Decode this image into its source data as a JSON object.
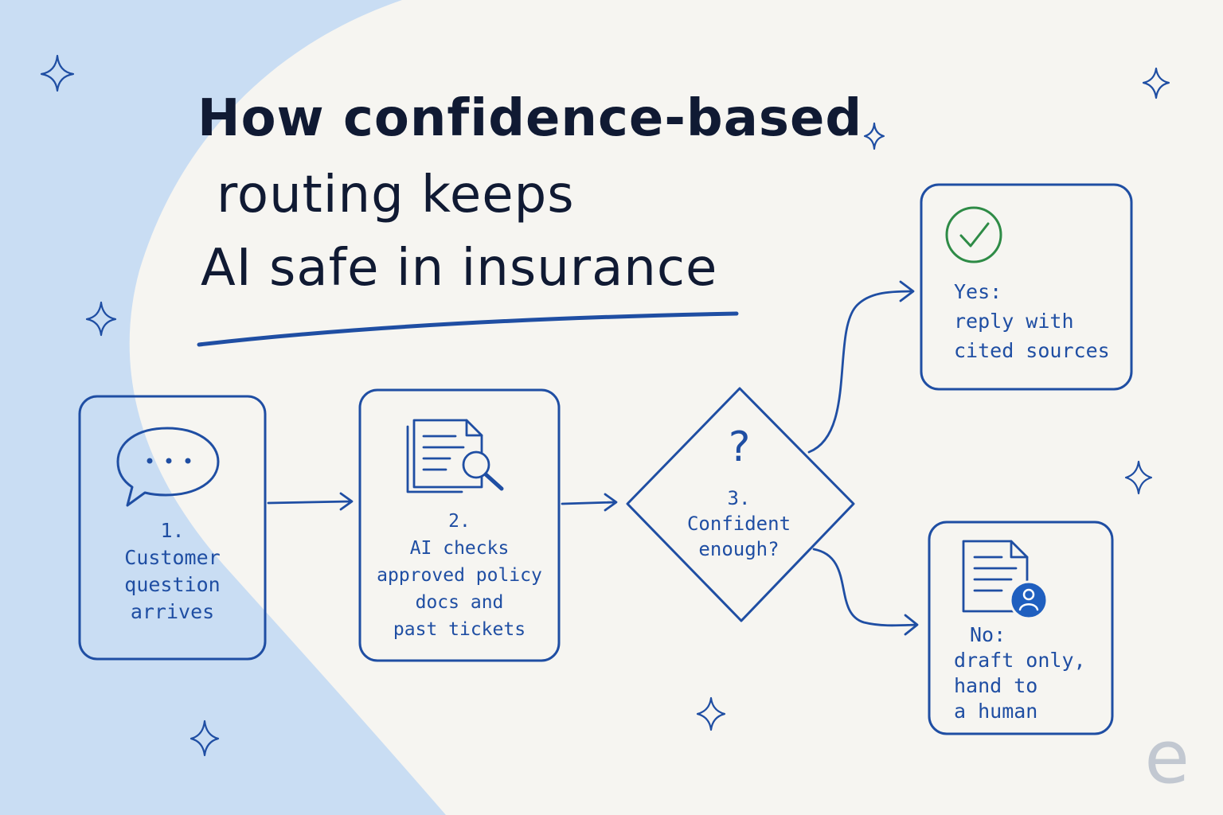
{
  "title": {
    "line1": "How confidence-based",
    "line2": "routing keeps",
    "line3": "AI safe in insurance"
  },
  "steps": {
    "step1": {
      "number": "1.",
      "line1": "Customer",
      "line2": "question",
      "line3": "arrives",
      "icon": "speech-bubble-icon"
    },
    "step2": {
      "number": "2.",
      "line1": "AI checks",
      "line2": "approved policy",
      "line3": "docs and",
      "line4": "past tickets",
      "icon": "document-search-icon"
    },
    "step3": {
      "mark": "?",
      "number": "3.",
      "line1": "Confident",
      "line2": "enough?",
      "icon": "question-mark-icon"
    }
  },
  "outcomes": {
    "yes": {
      "line1": "Yes:",
      "line2": "reply with",
      "line3": "cited sources",
      "icon": "checkmark-circle-icon"
    },
    "no": {
      "line1": "No:",
      "line2": "draft only,",
      "line3": "hand to",
      "line4": "a human",
      "icon": "document-person-icon"
    }
  },
  "brand": {
    "mark": "e"
  },
  "colors": {
    "background": "#f6f5f1",
    "swoosh": "#c9ddf3",
    "accent": "#1f4ea3",
    "title": "#101a33",
    "success": "#2e8b46",
    "watermark": "#c2c8d1"
  }
}
